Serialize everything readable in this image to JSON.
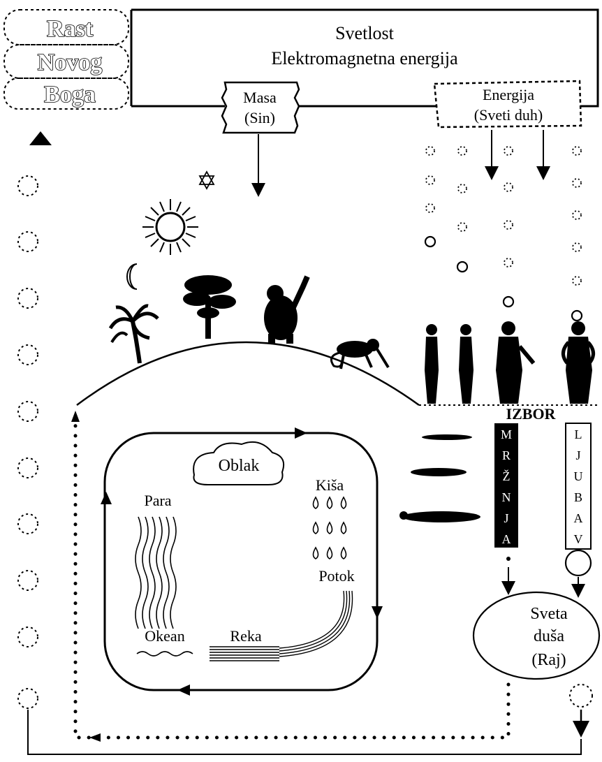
{
  "title_words": [
    "Rast",
    "Novog",
    "Boga"
  ],
  "top_box": {
    "line1": "Svetlost",
    "line2": "Elektromagnetna energija"
  },
  "mass_box": {
    "line1": "Masa",
    "line2": "(Sin)"
  },
  "energy_box": {
    "line1": "Energija",
    "line2": "(Sveti duh)"
  },
  "cycle": {
    "cloud": "Oblak",
    "vapor": "Para",
    "rain": "Kiša",
    "stream": "Potok",
    "ocean": "Okean",
    "river": "Reka"
  },
  "choice": {
    "label": "IZBOR",
    "hate_letters": [
      "M",
      "R",
      "Ž",
      "N",
      "J",
      "A"
    ],
    "love_letters": [
      "L",
      "J",
      "U",
      "B",
      "A",
      "V"
    ]
  },
  "soul": {
    "line1": "Sveta",
    "line2": "duša",
    "line3": "(Raj)"
  },
  "colors": {
    "ink": "#000000",
    "paper": "#ffffff"
  }
}
